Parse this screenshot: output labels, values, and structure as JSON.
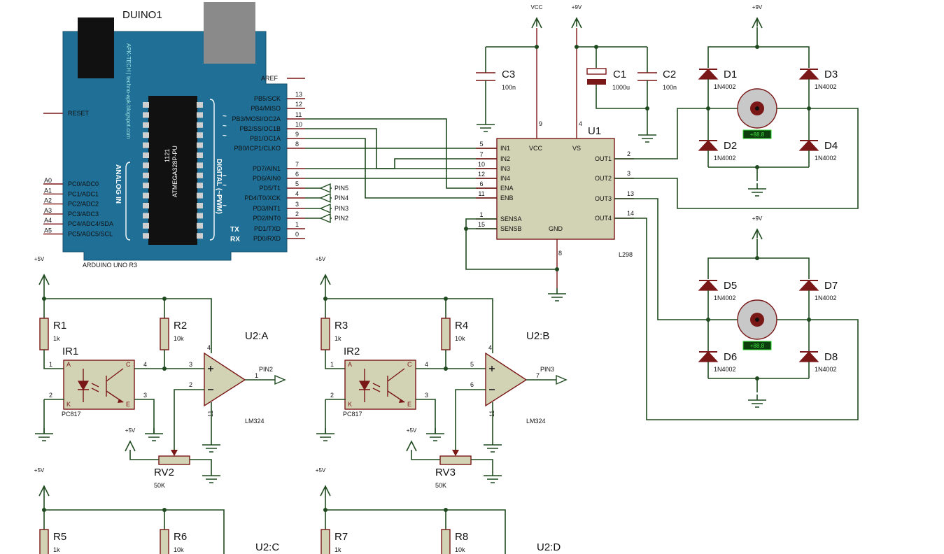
{
  "arduino": {
    "ref": "DUINO1",
    "model": "ARDUINO UNO R3",
    "aref": "AREF",
    "reset": "RESET",
    "brand": "APK-TECH | techno-apk.blogspot.com",
    "chip": "ATMEGA328P-PU",
    "chip_code": "1121",
    "analog_label": "ANALOG IN",
    "digital_label": "DIGITAL (~PWM)",
    "tx": "TX",
    "rx": "RX",
    "analog_pins": [
      {
        "name": "A0",
        "func": "PC0/ADC0"
      },
      {
        "name": "A1",
        "func": "PC1/ADC1"
      },
      {
        "name": "A2",
        "func": "PC2/ADC2"
      },
      {
        "name": "A3",
        "func": "PC3/ADC3"
      },
      {
        "name": "A4",
        "func": "PC4/ADC4/SDA"
      },
      {
        "name": "A5",
        "func": "PC5/ADC5/SCL"
      }
    ],
    "digital_pins": [
      {
        "num": "13",
        "func": "PB5/SCK",
        "pwm": false
      },
      {
        "num": "12",
        "func": "PB4/MISO",
        "pwm": false
      },
      {
        "num": "11",
        "func": "PB3/MOSI/OC2A",
        "pwm": true
      },
      {
        "num": "10",
        "func": "PB2/SS/OC1B",
        "pwm": true
      },
      {
        "num": "9",
        "func": "PB1/OC1A",
        "pwm": true
      },
      {
        "num": "8",
        "func": "PB0/ICP1/CLKO",
        "pwm": false
      },
      {
        "num": "7",
        "func": "PD7/AIN1",
        "pwm": false
      },
      {
        "num": "6",
        "func": "PD6/AIN0",
        "pwm": true
      },
      {
        "num": "5",
        "func": "PD5/T1",
        "pwm": true
      },
      {
        "num": "4",
        "func": "PD4/T0/XCK",
        "pwm": false
      },
      {
        "num": "3",
        "func": "PD3/INT1",
        "pwm": true
      },
      {
        "num": "2",
        "func": "PD2/INT0",
        "pwm": false
      },
      {
        "num": "1",
        "func": "PD1/TXD",
        "pwm": false
      },
      {
        "num": "0",
        "func": "PD0/RXD",
        "pwm": false
      }
    ],
    "tilde": "~"
  },
  "terminals": [
    "PIN5",
    "PIN4",
    "PIN3",
    "PIN2"
  ],
  "driver": {
    "ref": "U1",
    "part": "L298",
    "left_pins": [
      {
        "num": "5",
        "name": "IN1"
      },
      {
        "num": "7",
        "name": "IN2"
      },
      {
        "num": "10",
        "name": "IN3"
      },
      {
        "num": "12",
        "name": "IN4"
      },
      {
        "num": "6",
        "name": "ENA"
      },
      {
        "num": "11",
        "name": "ENB"
      },
      {
        "num": "1",
        "name": "SENSA"
      },
      {
        "num": "15",
        "name": "SENSB"
      }
    ],
    "right_pins": [
      {
        "num": "2",
        "name": "OUT1"
      },
      {
        "num": "3",
        "name": "OUT2"
      },
      {
        "num": "13",
        "name": "OUT3"
      },
      {
        "num": "14",
        "name": "OUT4"
      }
    ],
    "vcc": "VCC",
    "vcc_pin": "9",
    "vs": "VS",
    "vs_pin": "4",
    "gnd": "GND",
    "gnd_pin": "8"
  },
  "power": {
    "vcc": "VCC",
    "p9v": "+9V",
    "p5v": "+5V"
  },
  "caps": [
    {
      "ref": "C3",
      "value": "100n"
    },
    {
      "ref": "C1",
      "value": "1000u"
    },
    {
      "ref": "C2",
      "value": "100n"
    }
  ],
  "diodes": [
    {
      "ref": "D1",
      "value": "1N4002"
    },
    {
      "ref": "D2",
      "value": "1N4002"
    },
    {
      "ref": "D3",
      "value": "1N4002"
    },
    {
      "ref": "D4",
      "value": "1N4002"
    },
    {
      "ref": "D5",
      "value": "1N4002"
    },
    {
      "ref": "D6",
      "value": "1N4002"
    },
    {
      "ref": "D7",
      "value": "1N4002"
    },
    {
      "ref": "D8",
      "value": "1N4002"
    }
  ],
  "motor_display": "+88.8",
  "sensors": [
    {
      "r1": {
        "ref": "R1",
        "value": "1k"
      },
      "r2": {
        "ref": "R2",
        "value": "10k"
      },
      "ir": {
        "ref": "IR1",
        "part": "PC817"
      },
      "opamp": {
        "ref": "U2:A",
        "part": "LM324",
        "plus": "3",
        "minus": "2",
        "out": "1",
        "vp": "4",
        "vn": "11"
      },
      "pot": {
        "ref": "RV2",
        "value": "50K"
      },
      "out_label": "PIN2"
    },
    {
      "r1": {
        "ref": "R3",
        "value": "1k"
      },
      "r2": {
        "ref": "R4",
        "value": "10k"
      },
      "ir": {
        "ref": "IR2",
        "part": "PC817"
      },
      "opamp": {
        "ref": "U2:B",
        "part": "LM324",
        "plus": "5",
        "minus": "6",
        "out": "7",
        "vp": "4",
        "vn": "11"
      },
      "pot": {
        "ref": "RV3",
        "value": "50K"
      },
      "out_label": "PIN3"
    }
  ],
  "ir_pins": {
    "a": "A",
    "k": "K",
    "c": "C",
    "e": "E",
    "p1": "1",
    "p2": "2",
    "p3": "3",
    "p4": "4"
  },
  "lower": [
    {
      "r1": "R5",
      "r1v": "1k",
      "r2": "R6",
      "r2v": "10k",
      "opamp": "U2:C"
    },
    {
      "r1": "R7",
      "r1v": "1k",
      "r2": "R8",
      "r2v": "10k",
      "opamp": "U2:D"
    }
  ]
}
